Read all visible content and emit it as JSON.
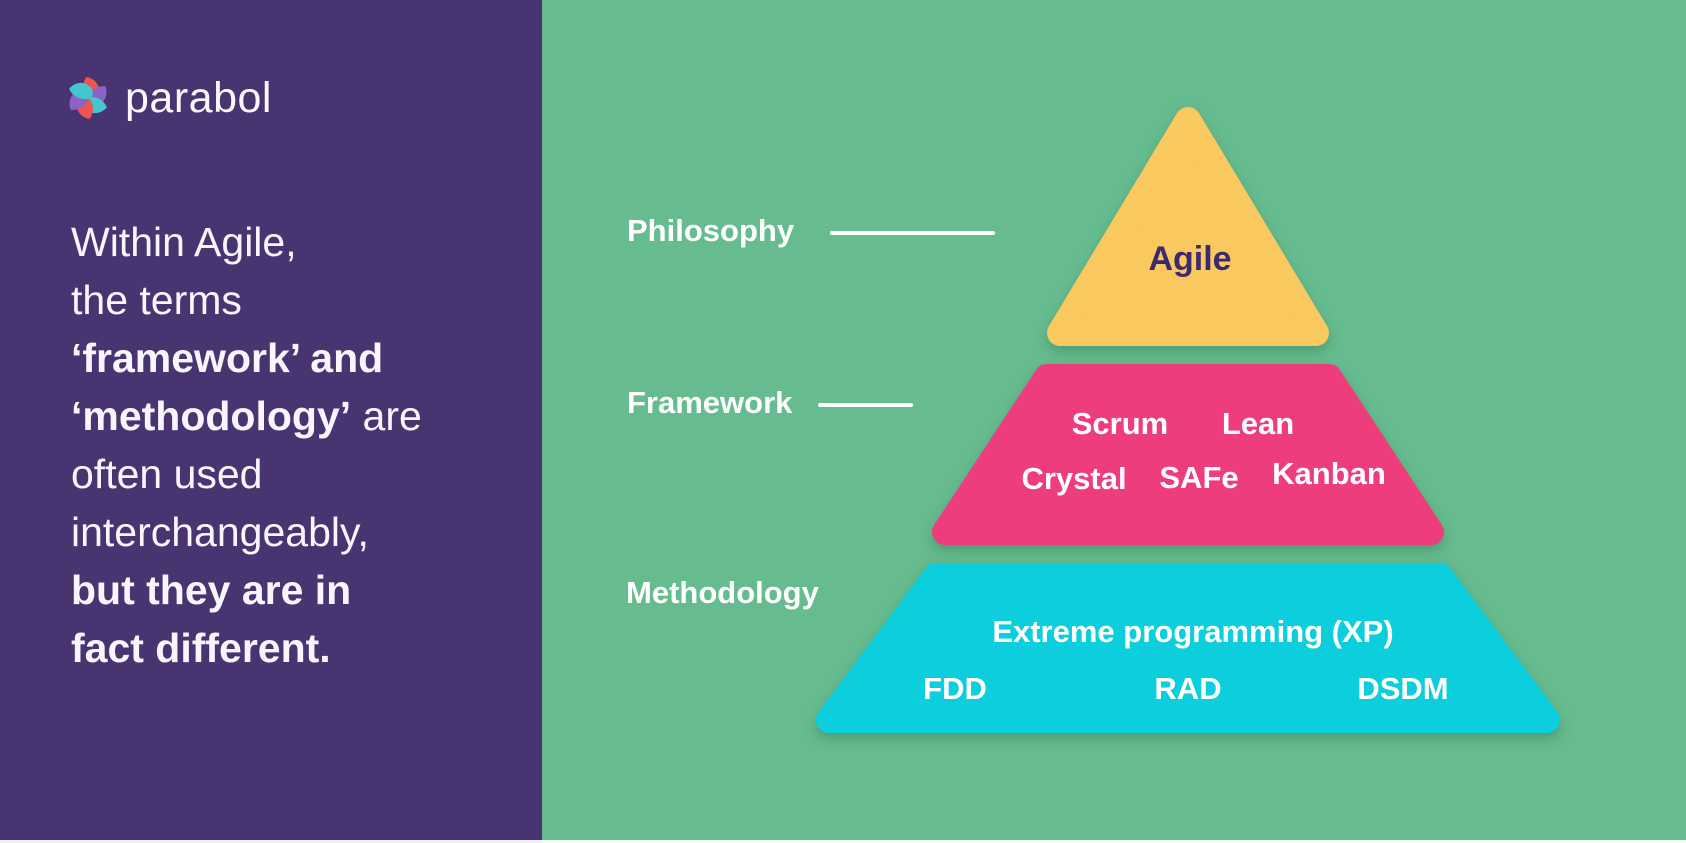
{
  "colors": {
    "left_bg": "#473471",
    "right_bg": "#66BC8E",
    "label_text": "#FFFFFF",
    "connector_line": "#FFFFFF",
    "intro_text": "#F8F5FC",
    "agile_text": "#3C2970"
  },
  "brand": {
    "wordmark": "parabol",
    "logo_petal_colors": [
      "#F0544F",
      "#8B63C5",
      "#43C6CE"
    ]
  },
  "intro": {
    "segments": [
      {
        "text": "Within Agile,",
        "bold": false
      },
      {
        "text": "the terms",
        "bold": false
      },
      {
        "text": "‘framework’ and",
        "bold": true
      },
      {
        "text": "‘methodology’",
        "bold": true
      },
      {
        "text": " are",
        "bold": false
      },
      {
        "text": "often used",
        "bold": false
      },
      {
        "text": "interchangeably,",
        "bold": false
      },
      {
        "text": "but they are in",
        "bold": true
      },
      {
        "text": "fact different.",
        "bold": true
      }
    ]
  },
  "diagram": {
    "levels": [
      {
        "label": "Philosophy",
        "color": "#F9C85E",
        "items": [
          "Agile"
        ]
      },
      {
        "label": "Framework",
        "color": "#EE3D7D",
        "items": [
          "Scrum",
          "Lean",
          "Crystal",
          "SAFe",
          "Kanban"
        ]
      },
      {
        "label": "Methodology",
        "color": "#0CCEDC",
        "items": [
          "Extreme programming (XP)",
          "FDD",
          "RAD",
          "DSDM"
        ]
      }
    ]
  }
}
